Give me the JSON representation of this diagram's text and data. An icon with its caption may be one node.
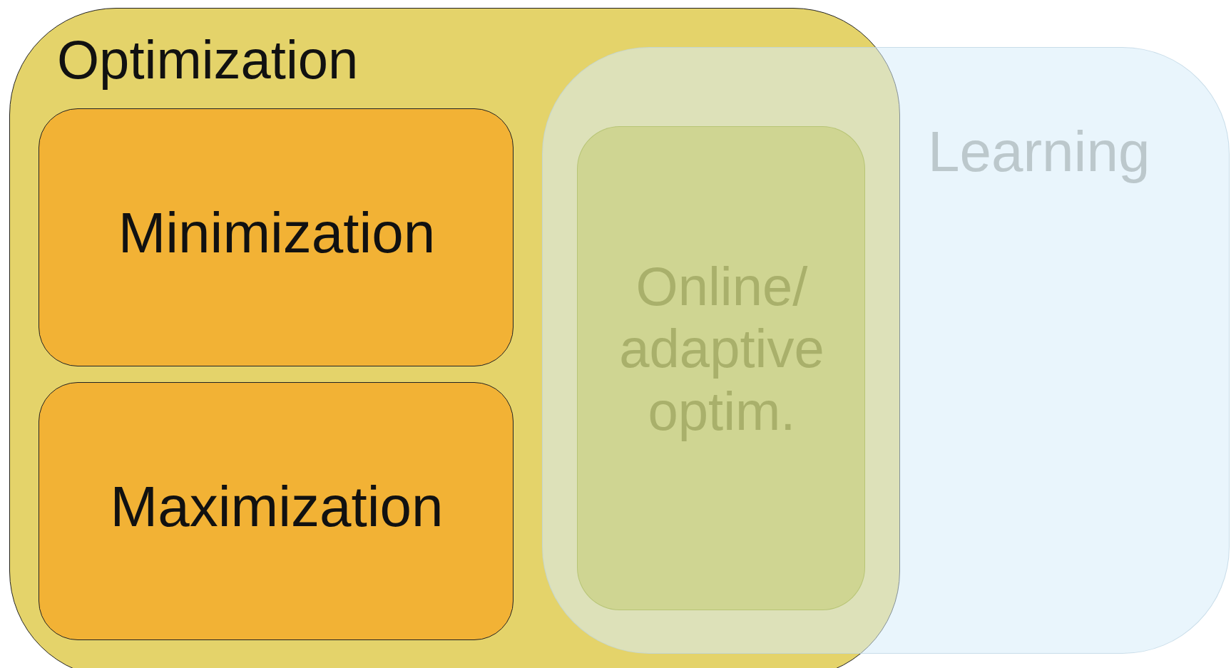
{
  "diagram": {
    "nodes": [
      {
        "text": [
          "Optimization"
        ]
      },
      {
        "text": [
          "Minimization"
        ],
        "in": 0
      },
      {
        "text": [
          "Maximization"
        ],
        "in": 0
      },
      {
        "text": [
          "Learning"
        ]
      },
      {
        "text": [
          "Online/ adaptive optim."
        ]
      }
    ]
  }
}
